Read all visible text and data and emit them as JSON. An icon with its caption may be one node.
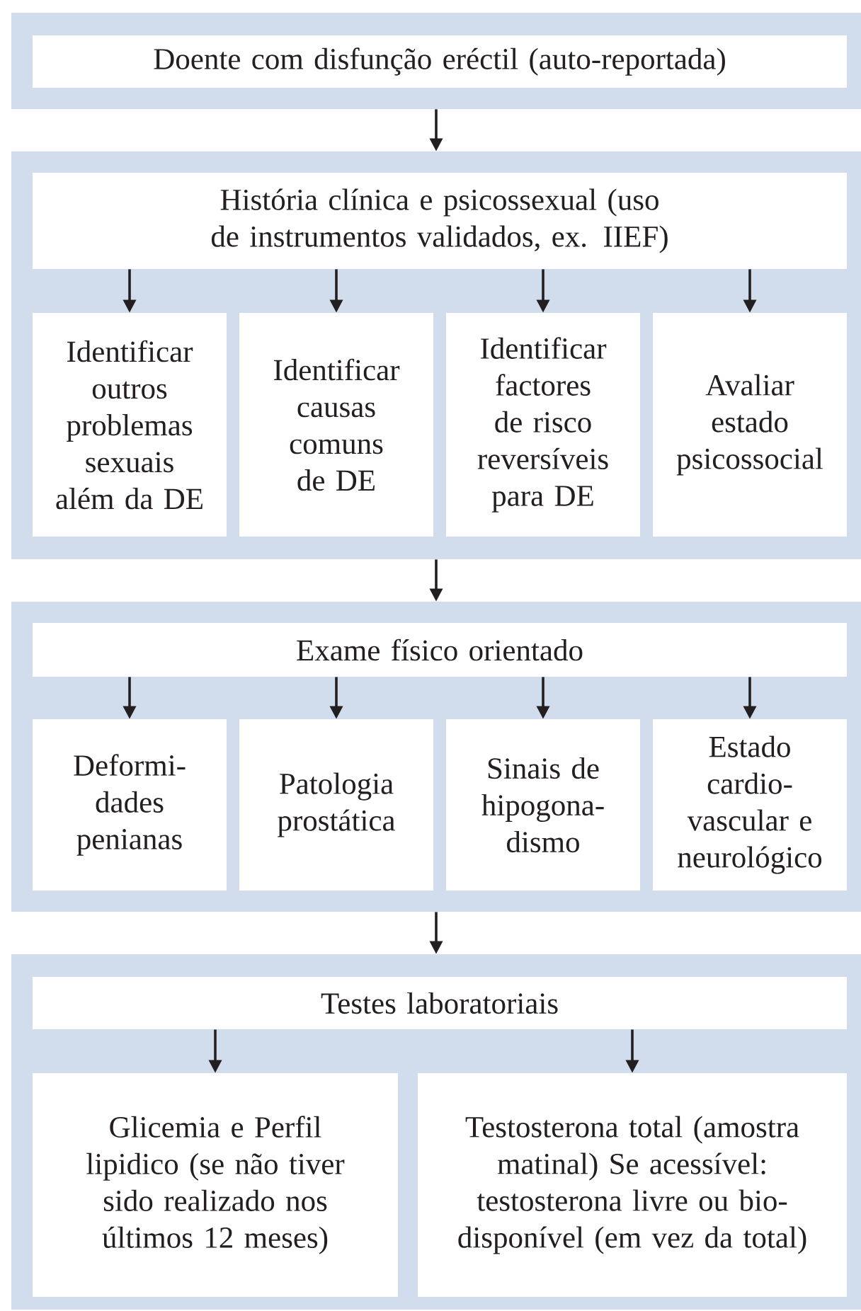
{
  "diagram": {
    "nodes": [
      {
        "text": [],
        "shape": "box"
      },
      {
        "text": [
          "Doente com disfunção eréctil (auto-reportada)"
        ],
        "in": 0
      },
      {
        "text": [],
        "shape": "box"
      },
      {
        "text": [
          "História clínica e psicossexual (uso de instrumentos validados, ex. IIEF)"
        ],
        "in": 2
      },
      {
        "text": [
          "Identificar outros problemas sexuais além da DE"
        ],
        "in": 2
      },
      {
        "text": [
          "Identificar causas comuns de DE"
        ],
        "in": 2
      },
      {
        "text": [
          "Identificar factores de risco reversíveis para DE"
        ],
        "in": 2
      },
      {
        "text": [
          "Avaliar estado psicossocial"
        ],
        "in": 2
      },
      {
        "text": [],
        "shape": "box"
      },
      {
        "text": [
          "Exame físico orientado"
        ],
        "in": 8
      },
      {
        "text": [
          "Deformi-dades penianas"
        ],
        "in": 8
      },
      {
        "text": [
          "Patologia prostática"
        ],
        "in": 8
      },
      {
        "text": [
          "Sinais de hipogona-dismo"
        ],
        "in": 8
      },
      {
        "text": [
          "Estado cardio-vascular e neurológico"
        ],
        "in": 8
      },
      {
        "text": [],
        "shape": "box"
      },
      {
        "text": [
          "Testes laboratoriais"
        ],
        "in": 14
      },
      {
        "text": [
          "Glicemia e Perfil lipidico (se não tiver sido realizado nos últimos 12 meses)"
        ],
        "in": 14
      },
      {
        "text": [
          "Testosterona total (amostra matinal) Se acessível: testosterona livre ou bio-disponível (em vez da total)"
        ],
        "in": 14
      }
    ],
    "edges": [
      {
        "from": 0,
        "to": 2,
        "arrow": "to"
      },
      {
        "from": 3,
        "to": 4,
        "arrow": "to"
      },
      {
        "from": 3,
        "to": 5,
        "arrow": "to"
      },
      {
        "from": 3,
        "to": 6,
        "arrow": "to"
      },
      {
        "from": 3,
        "to": 7,
        "arrow": "to"
      },
      {
        "from": 2,
        "to": 8,
        "arrow": "to"
      },
      {
        "from": 9,
        "to": 10,
        "arrow": "to"
      },
      {
        "from": 9,
        "to": 11,
        "arrow": "to"
      },
      {
        "from": 9,
        "to": 12,
        "arrow": "to"
      },
      {
        "from": 9,
        "to": 13,
        "arrow": "to"
      },
      {
        "from": 8,
        "to": 14,
        "arrow": "to"
      },
      {
        "from": 15,
        "to": 16,
        "arrow": "to"
      },
      {
        "from": 15,
        "to": 17,
        "arrow": "to"
      }
    ]
  }
}
